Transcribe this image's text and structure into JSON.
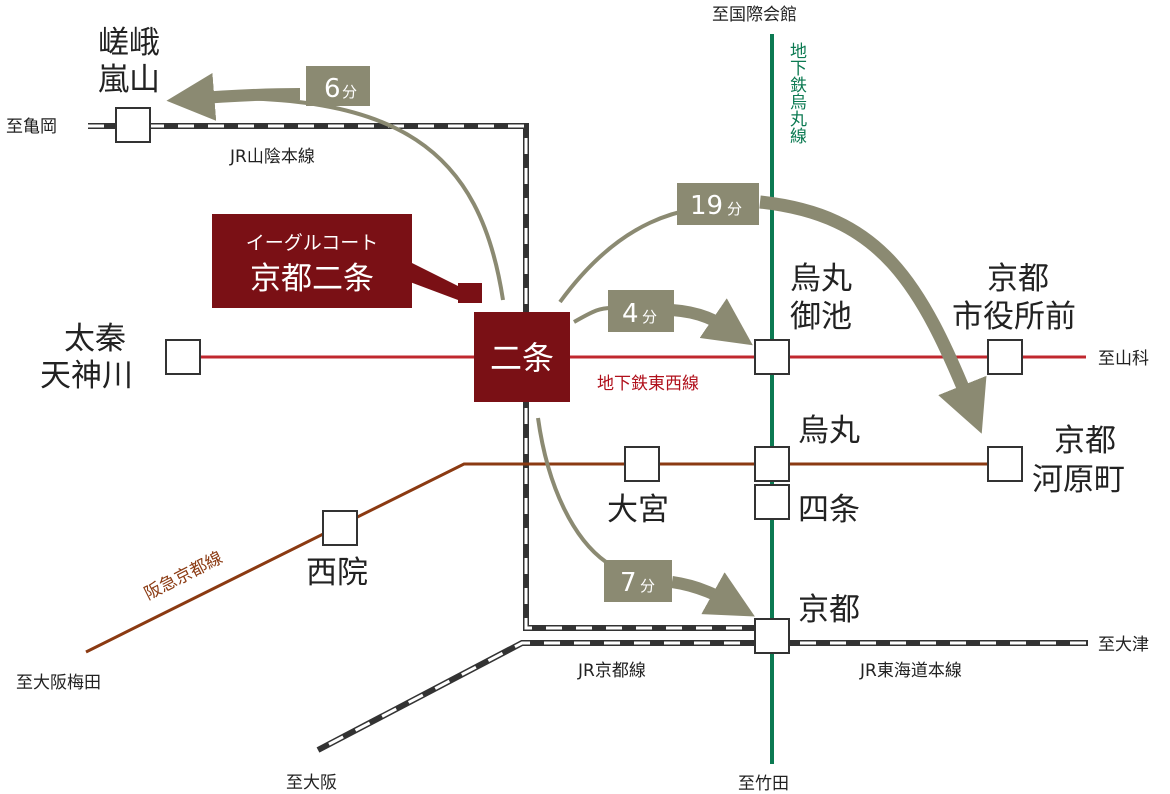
{
  "destinations": {
    "kameoka": "至亀岡",
    "kokusai": "至国際会館",
    "yamashina": "至山科",
    "otsu": "至大津",
    "takeda": "至竹田",
    "osaka": "至大阪",
    "osaka_umeda": "至大阪梅田"
  },
  "lines": {
    "jr_sanin": "JR山陰本線",
    "karasuma_line": "地下鉄烏丸線",
    "tozai_line": "地下鉄東西線",
    "hankyu": "阪急京都線",
    "jr_kyoto": "JR京都線",
    "jr_tokaido": "JR東海道本線"
  },
  "stations": {
    "saga_1": "嵯峨",
    "saga_2": "嵐山",
    "uzumasa_1": "太秦",
    "uzumasa_2": "天神川",
    "nijo": "二条",
    "karasuma_oike_1": "烏丸",
    "karasuma_oike_2": "御池",
    "shiyakusho_1": "京都",
    "shiyakusho_2": "市役所前",
    "karasuma": "烏丸",
    "shijo": "四条",
    "omiya": "大宮",
    "kawaramachi_1": "京都",
    "kawaramachi_2": "河原町",
    "saiin": "西院",
    "kyoto": "京都"
  },
  "property": {
    "name_line1": "イーグルコート",
    "name_line2": "京都二条"
  },
  "times": {
    "to_saga": {
      "value": "6",
      "unit": "分"
    },
    "to_shiyakusho": {
      "value": "19",
      "unit": "分"
    },
    "to_karasuma_oike": {
      "value": "4",
      "unit": "分"
    },
    "to_kyoto": {
      "value": "7",
      "unit": "分"
    }
  },
  "colors": {
    "tozai": "#c0282f",
    "karasuma": "#0c7a52",
    "hankyu": "#8b3a12",
    "property": "#7a1015",
    "arrow": "#8b8a72"
  }
}
